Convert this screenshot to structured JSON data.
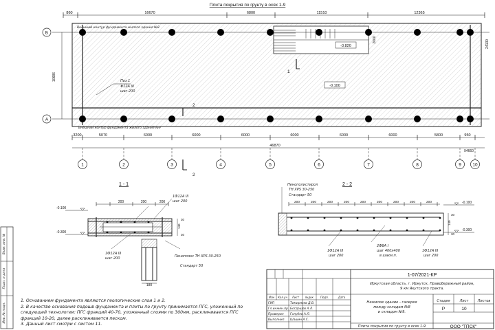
{
  "plan": {
    "title": "Плита покрытия по грунту в осях 1-9",
    "top_dims": [
      "860",
      "16670",
      "6800",
      "11510",
      "12365"
    ],
    "bottom_dims": [
      "3200",
      "5070",
      "6000",
      "6000",
      "6000",
      "6000",
      "6000",
      "6000",
      "5800",
      "950"
    ],
    "total_dim": "46870",
    "total_dim2": "94660",
    "left_dim": "10686",
    "right_dim": "24130",
    "stair_dim": "2000",
    "axis_rows": [
      "Б",
      "А"
    ],
    "axis_cols": [
      "1",
      "2",
      "3",
      "4",
      "5",
      "6",
      "7",
      "8",
      "9",
      "10"
    ],
    "contour_top": "Внешний контур фундамента жилого здания №8",
    "contour_bottom": "Внешний контур фундамента жилого здания №9",
    "reinf_pos": "Поз 1",
    "reinf_bar": "#12А III",
    "reinf_step": "шаг 200",
    "level_main": "-0.100",
    "level_stair": "-3.820",
    "cut1": "1",
    "cut2": "2"
  },
  "section1": {
    "title": "1 - 1",
    "level_top": "-0.100",
    "level_bottom": "-0.300",
    "dims": [
      "200",
      "200",
      "200"
    ],
    "bar_label": "1Ф12А III",
    "bar_step": "шаг 200",
    "bar_label_bottom": "1Ф12А III",
    "bar_step_bottom": "шаг 200",
    "insulation": "Пеноплэкс ТН XPS 30-250",
    "insulation_std": "Стандарт 50",
    "height_dims": [
      "30",
      "140",
      "30"
    ],
    "bottom_dim": "180"
  },
  "section2": {
    "title": "2 - 2",
    "insulation": "Пенополистирол",
    "insulation_type": "ТН XPS 30-250",
    "insulation_std": "Стандарт 50",
    "level_top": "-0.100",
    "level_bottom": "-0.300",
    "dims": [
      "200",
      "200",
      "200",
      "200",
      "200",
      "200",
      "200",
      "200",
      "200"
    ],
    "bar1": "1Ф12А III",
    "bar1_step": "шаг 200",
    "bar2": "2Ф8А I",
    "bar2_step": "шаг 400х400",
    "bar2_note": "в шахм.п.",
    "bar3": "1Ф12А III",
    "bar3_step": "шаг 200",
    "height_dims": [
      "30",
      "140",
      "30"
    ]
  },
  "notes": [
    "1. Основанием фундамента являются геологические слои 1 и 2.",
    "2. В качестве основания подошв фундамента и плиты по грунту принимается ПГС, уложенный по",
    "следующей технологии: ПГС фракций 40-70, уложенный слоями по 300мм, расклинивается ПГС",
    "фракций 10-20, далее расклинивается песком.",
    "3. Данный лист смотри с листом 11."
  ],
  "title_block": {
    "code": "1-07/2021-КР",
    "address": "Иркутская область, г. Иркутск, Правобережный район, 9 км Якутского тракта.",
    "object": "Нежилое здание - галерея между складом №8 и складом №9.",
    "sheet_name": "Плита покрытия по грунту в осях 1-9",
    "company": "ООО \"ТПСК\"",
    "stage_label": "Стадия",
    "sheet_label": "Лист",
    "sheets_label": "Листов",
    "stage": "Р",
    "sheet": "10",
    "col_headers": [
      "Изм",
      "Кол.уч",
      "Лист",
      "№док",
      "Подп.",
      "Дата"
    ],
    "roles": [
      {
        "role": "ГИП",
        "name": "Тимирязев Д.В."
      },
      {
        "role": "Гл.инжен.пр.",
        "name": "Богдашов А.Л."
      },
      {
        "role": "Проверил",
        "name": "Голубев А.Л."
      },
      {
        "role": "Выполнил",
        "name": "Шашин А.С."
      }
    ],
    "side_labels": [
      "Взам. инв. №",
      "Подп. и дата",
      "Инв. № подл."
    ]
  }
}
